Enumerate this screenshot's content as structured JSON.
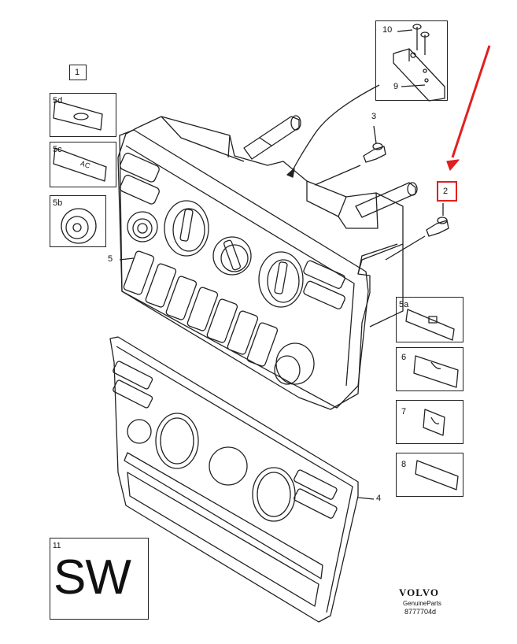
{
  "callouts": {
    "c1": "1",
    "c2": "2",
    "c3": "3",
    "c4": "4",
    "c5": "5",
    "c5a": "5a",
    "c5b": "5b",
    "c5c": "5c",
    "c5d": "5d",
    "c6": "6",
    "c7": "7",
    "c8": "8",
    "c9": "9",
    "c10": "10",
    "c11": "11"
  },
  "panel_labels": {
    "ac": "AC"
  },
  "sw_label": "SW",
  "brand": {
    "name": "VOLVO",
    "sub": "GenuineParts",
    "code": "8777704d"
  },
  "colors": {
    "line": "#222222",
    "highlight": "#e02020"
  }
}
